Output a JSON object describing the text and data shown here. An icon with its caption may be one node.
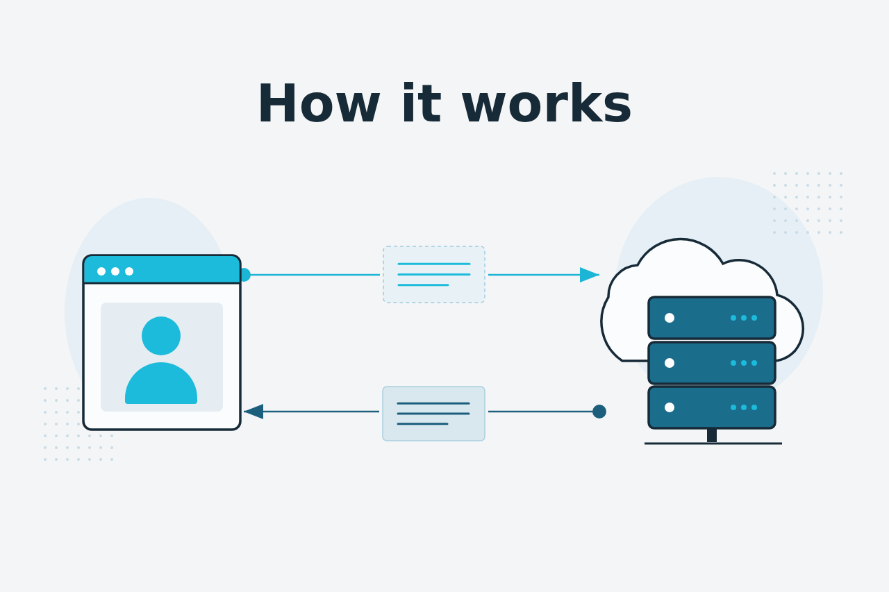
{
  "diagram": {
    "title": "How it works",
    "nodes": [
      {
        "text": [],
        "shape": "box"
      },
      {
        "text": [],
        "shape": "cloud"
      },
      {
        "text": [],
        "shape": "box"
      },
      {
        "text": [],
        "shape": "box"
      }
    ],
    "edges": [
      {
        "from": 0,
        "to": 2,
        "arrow": "other",
        "color": "#1cb5d6"
      },
      {
        "from": 2,
        "to": 1,
        "arrow": "to",
        "color": "#1cb5d6"
      },
      {
        "from": 1,
        "to": 3,
        "arrow": "other",
        "color": "#1b5f7c"
      },
      {
        "from": 3,
        "to": 0,
        "arrow": "to",
        "color": "#1b5f7c"
      }
    ]
  }
}
